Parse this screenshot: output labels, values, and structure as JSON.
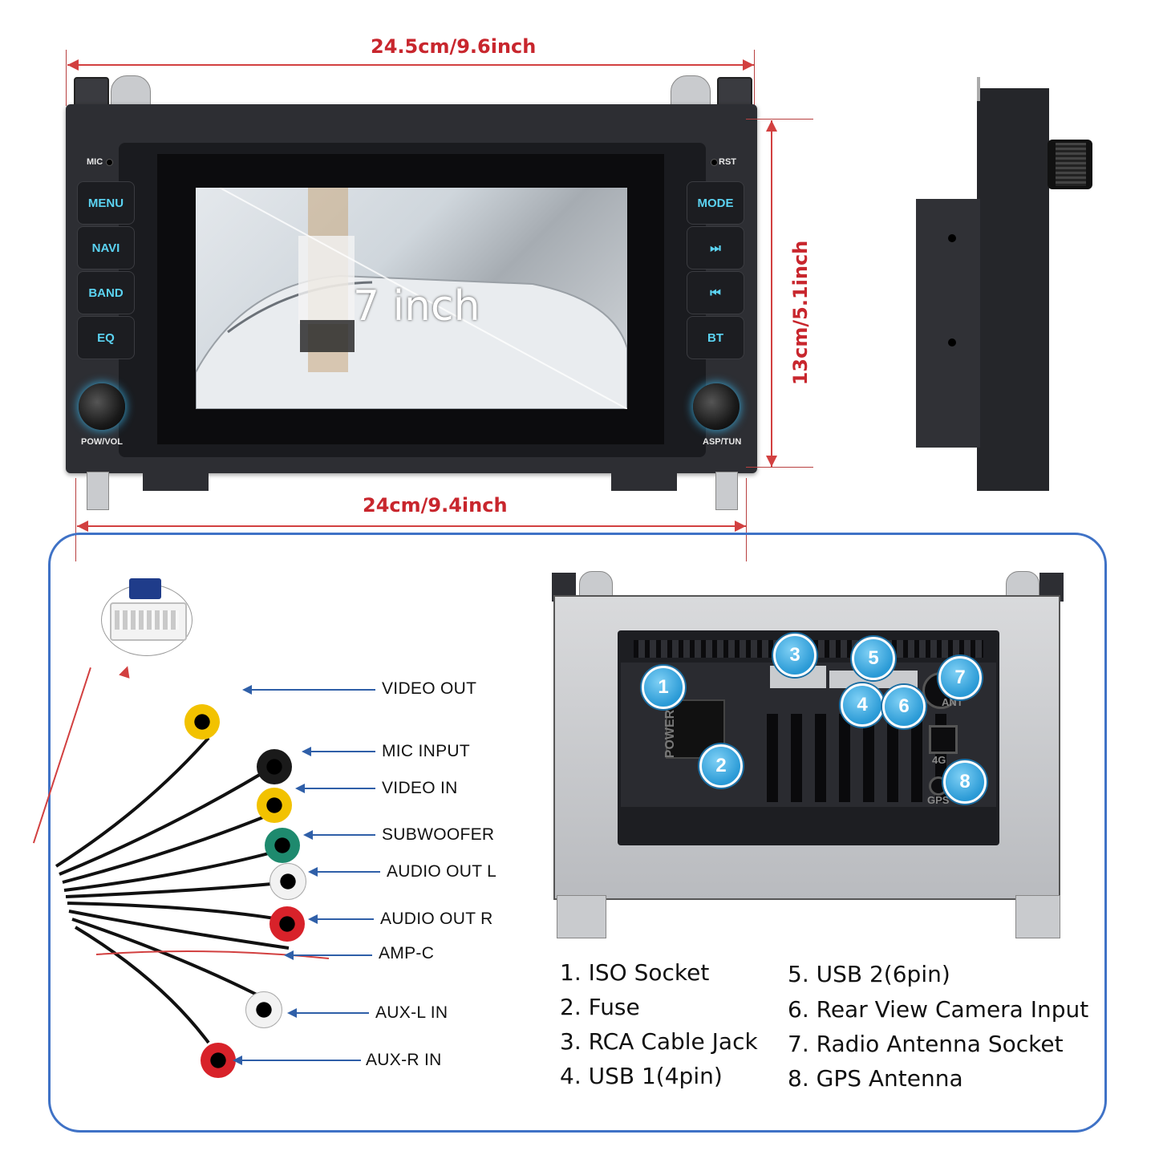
{
  "dimensions": {
    "top_width": "24.5cm/9.6inch",
    "bottom_width": "24cm/9.4inch",
    "height": "13cm/5.1inch"
  },
  "front_panel": {
    "mic_label": "MIC",
    "rst_label": "RST",
    "left_buttons": [
      "MENU",
      "NAVI",
      "BAND",
      "EQ"
    ],
    "right_buttons": [
      "MODE",
      "⏭",
      "⏮",
      "BT"
    ],
    "left_knob_label": "POW/VOL",
    "right_knob_label": "ASP/TUN",
    "screen_size": "7 inch"
  },
  "cables": [
    {
      "label": "VIDEO OUT",
      "color": "#f2c200"
    },
    {
      "label": "MIC INPUT",
      "color": "#1a1a1a"
    },
    {
      "label": "VIDEO IN",
      "color": "#f2c200"
    },
    {
      "label": "SUBWOOFER",
      "color": "#1e8a6e"
    },
    {
      "label": "AUDIO OUT L",
      "color": "#f2f2f2"
    },
    {
      "label": "AUDIO OUT R",
      "color": "#d8222a"
    },
    {
      "label": "AMP-C",
      "color": "#d8222a"
    },
    {
      "label": "AUX-L IN",
      "color": "#f2f2f2"
    },
    {
      "label": "AUX-R IN",
      "color": "#d8222a"
    }
  ],
  "back_panel": {
    "power_text": "POWER",
    "ant_text": "ANT",
    "fourg_text": "4G",
    "gps_text": "GPS",
    "badges": [
      "1",
      "2",
      "3",
      "4",
      "5",
      "6",
      "7",
      "8"
    ]
  },
  "legend": [
    "1. ISO Socket",
    "2. Fuse",
    "3. RCA Cable Jack",
    "4. USB 1(4pin)",
    "5. USB 2(6pin)",
    "6. Rear View Camera Input",
    "7. Radio Antenna Socket",
    "8. GPS Antenna"
  ]
}
